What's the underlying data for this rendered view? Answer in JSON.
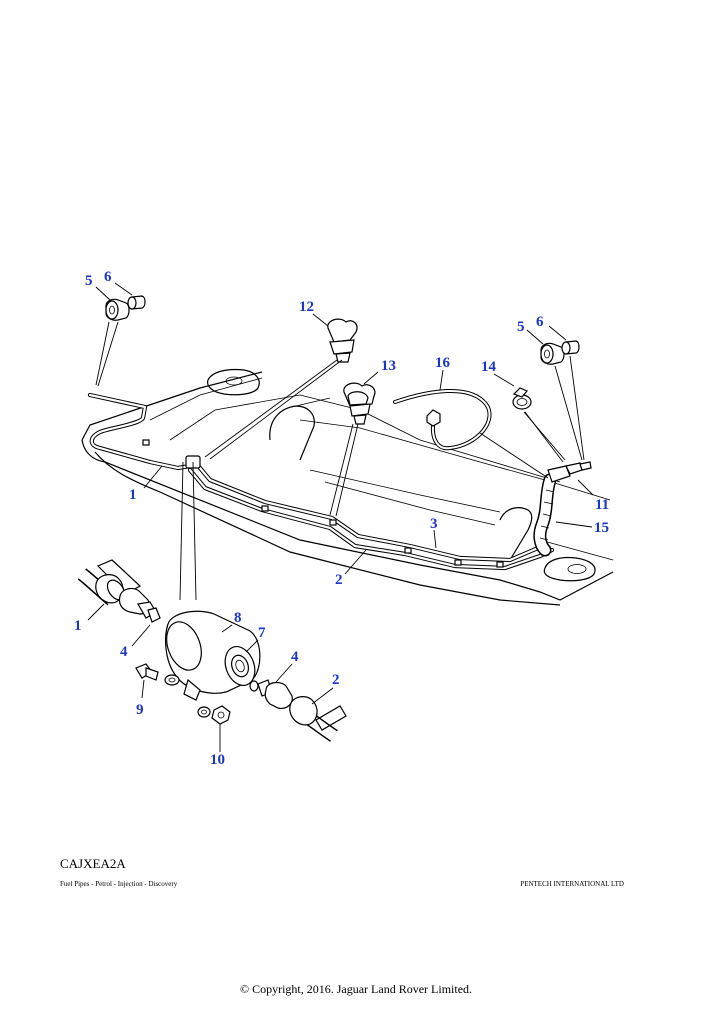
{
  "diagram_code": "CAJXEA2A",
  "caption": "Fuel Pipes - Petrol - Injection - Discovery",
  "publisher": "PENTECH INTERNATIONAL LTD",
  "copyright": "© Copyright, 2016. Jaguar Land Rover Limited.",
  "callouts": [
    {
      "number": "1"
    },
    {
      "number": "1"
    },
    {
      "number": "2"
    },
    {
      "number": "2"
    },
    {
      "number": "3"
    },
    {
      "number": "4"
    },
    {
      "number": "4"
    },
    {
      "number": "5"
    },
    {
      "number": "5"
    },
    {
      "number": "6"
    },
    {
      "number": "6"
    },
    {
      "number": "7"
    },
    {
      "number": "8"
    },
    {
      "number": "9"
    },
    {
      "number": "10"
    },
    {
      "number": "11"
    },
    {
      "number": "12"
    },
    {
      "number": "13"
    },
    {
      "number": "14"
    },
    {
      "number": "15"
    },
    {
      "number": "16"
    }
  ],
  "colors": {
    "callout": "#1a35c8",
    "line": "#000000"
  }
}
